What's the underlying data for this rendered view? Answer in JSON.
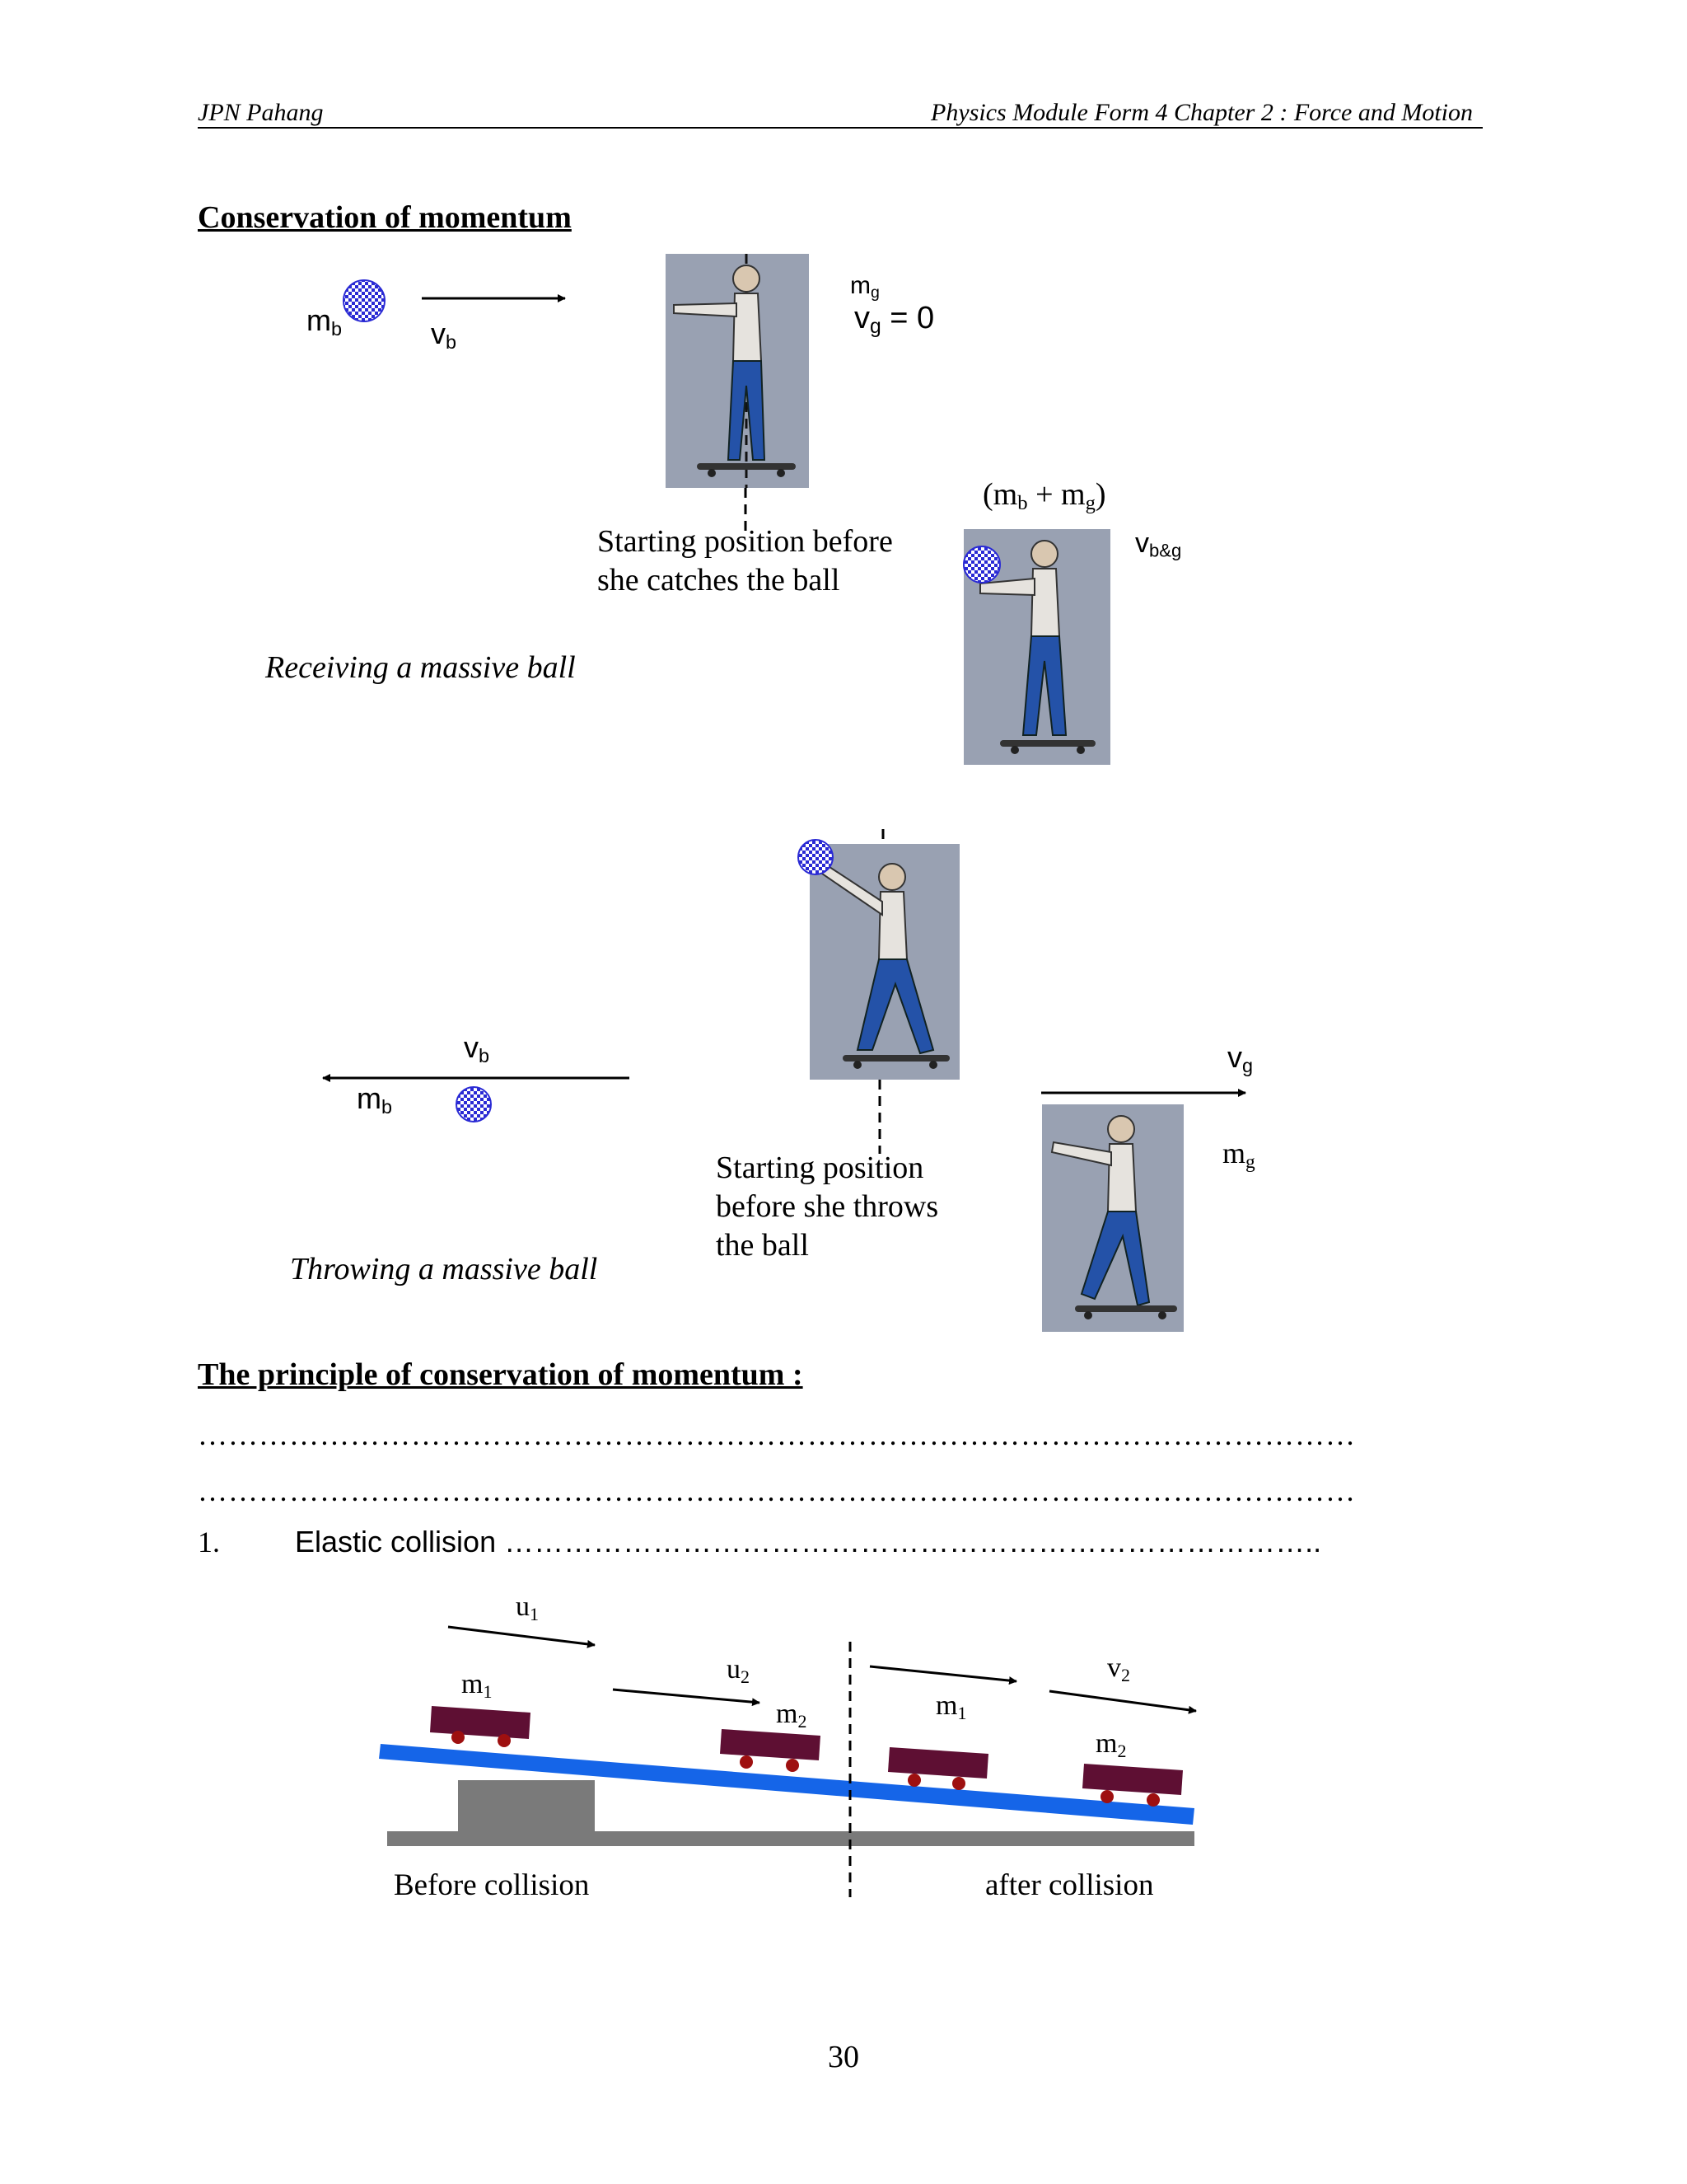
{
  "header": {
    "left": "JPN Pahang",
    "right": "Physics Module Form 4  Chapter 2 : Force and Motion"
  },
  "section_title": "Conservation of momentum",
  "receiving": {
    "ball_mass": "m",
    "ball_mass_sub": "b",
    "ball_velocity": "v",
    "ball_velocity_sub": "b",
    "girl_mass": "m",
    "girl_mass_sub": "g",
    "girl_velocity": "v",
    "girl_velocity_sub": "g",
    "girl_velocity_value": " = 0",
    "combined_mass": "(m",
    "combined_mass_sub1": "b",
    "combined_mass_mid": " + m",
    "combined_mass_sub2": "g",
    "combined_mass_end": ")",
    "combined_velocity": "v",
    "combined_velocity_sub": "b&g",
    "caption_line1": "Starting position before",
    "caption_line2": "she catches the ball",
    "label": "Receiving a massive ball"
  },
  "throwing": {
    "ball_velocity": "v",
    "ball_velocity_sub": "b",
    "ball_mass": "m",
    "ball_mass_sub": "b",
    "girl_velocity": "v",
    "girl_velocity_sub": "g",
    "girl_mass": "m",
    "girl_mass_sub": "g",
    "caption_line1": "Starting position",
    "caption_line2": "before she throws",
    "caption_line3": "the ball",
    "label": "Throwing a massive ball"
  },
  "principle_title": "The principle of conservation of momentum :",
  "dotted_line": "……………………………………………………………………………………………………",
  "item1": {
    "number": "1.",
    "text": "Elastic collision ………………………………………………………………………..",
    "u1": "u",
    "u1_sub": "1",
    "u2": "u",
    "u2_sub": "2",
    "v2": "v",
    "v2_sub": "2",
    "m1": "m",
    "m1_sub": "1",
    "m2": "m",
    "m2_sub": "2",
    "before": "Before collision",
    "after": "after collision"
  },
  "page_number": "30",
  "colors": {
    "ramp": "#1565e8",
    "cart": "#5e0f33",
    "wheel": "#9e1010",
    "ground": "#7a7a7a",
    "ball": "#2a2ad4"
  }
}
